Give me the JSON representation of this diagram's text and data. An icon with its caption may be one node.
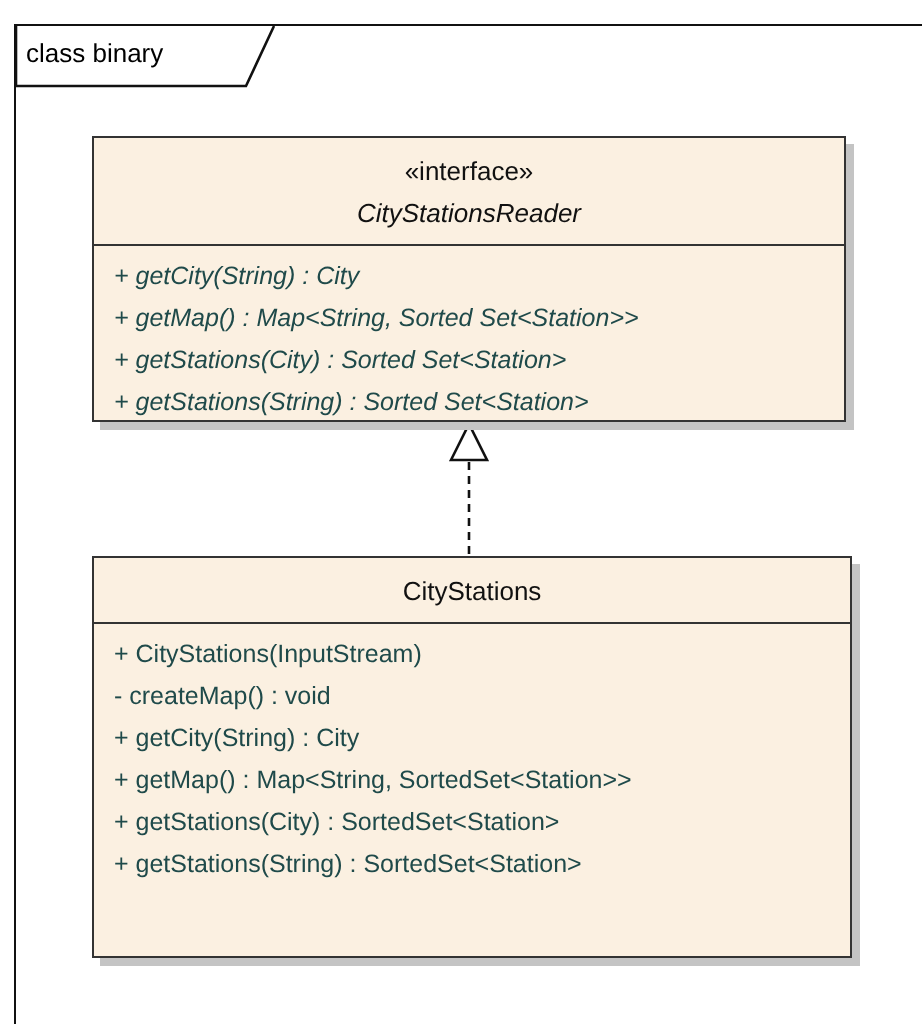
{
  "diagram": {
    "nodes": [
      {
        "text": [
          "class binary"
        ]
      },
      {
        "text": [
          "«interface»",
          "CityStationsReader",
          "+ getCity(String) : City",
          "+ getMap() : Map<String, Sorted Set<Station>>",
          "+ getStations(City) : Sorted Set<Station>",
          "+ getStations(String) : Sorted Set<Station>"
        ],
        "in": 0
      },
      {
        "text": [
          "CityStations",
          "+ CityStations(InputStream)",
          "- createMap() : void",
          "+ getCity(String) : City",
          "+ getMap() : Map<String, SortedSet<Station>>",
          "+ getStations(City) : SortedSet<Station>",
          "+ getStations(String) : SortedSet<Station>"
        ],
        "in": 0
      }
    ],
    "edges": [
      {
        "from": 2,
        "to": 1,
        "arrow": "to",
        "style": "dashed"
      }
    ]
  }
}
